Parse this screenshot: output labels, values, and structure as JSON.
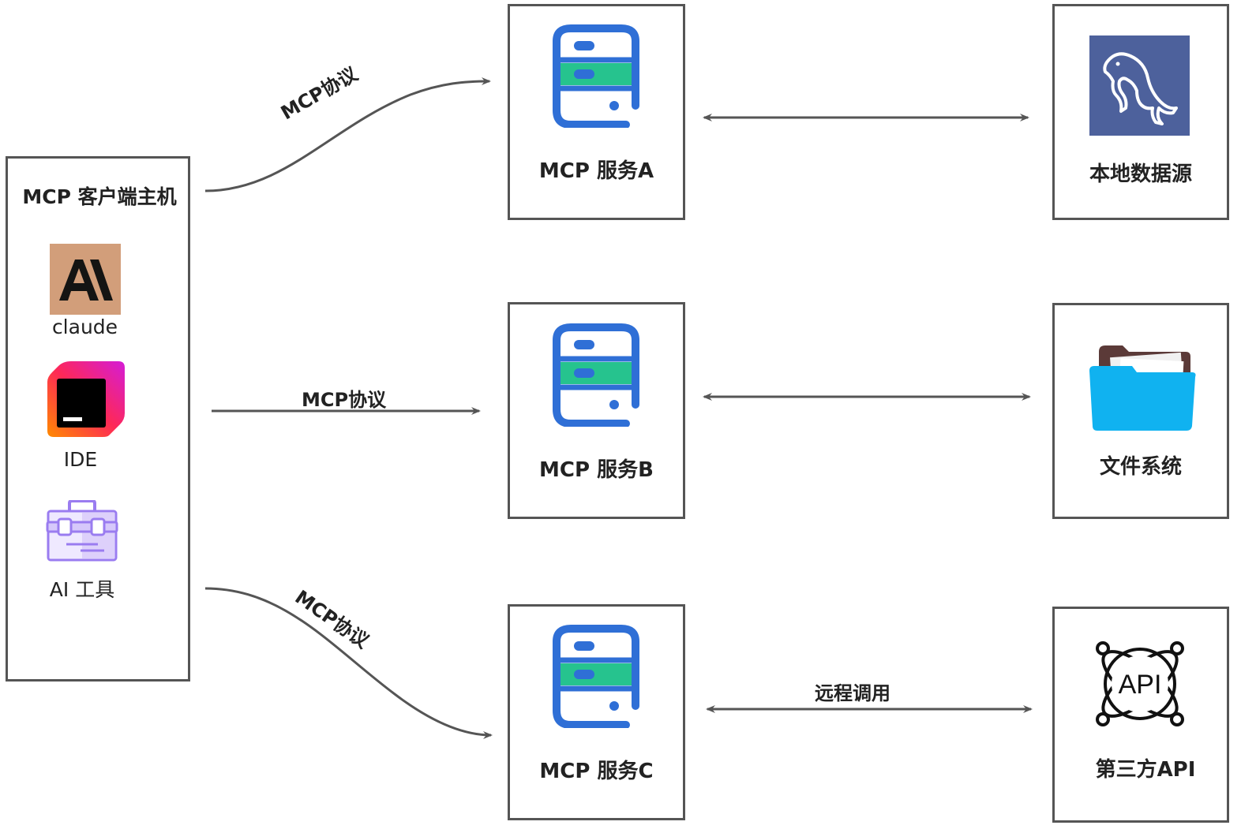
{
  "client_host": {
    "title": "MCP 客户端主机",
    "apps": [
      {
        "label": "claude",
        "icon": "claude-logo-icon"
      },
      {
        "label": "IDE",
        "icon": "ide-logo-icon"
      },
      {
        "label": "AI 工具",
        "icon": "toolbox-icon"
      }
    ]
  },
  "servers": [
    {
      "label": "MCP 服务A",
      "icon": "server-icon"
    },
    {
      "label": "MCP 服务B",
      "icon": "server-icon"
    },
    {
      "label": "MCP 服务C",
      "icon": "server-icon"
    }
  ],
  "resources": [
    {
      "label": "本地数据源",
      "icon": "mysql-dolphin-icon"
    },
    {
      "label": "文件系统",
      "icon": "folder-icon"
    },
    {
      "label": "第三方API",
      "icon": "api-icon"
    }
  ],
  "edges": {
    "protocol_a": "MCP协议",
    "protocol_b": "MCP协议",
    "protocol_c": "MCP协议",
    "remote_call": "远程调用"
  },
  "colors": {
    "server_blue": "#2f6fd6",
    "server_green": "#26c38e",
    "mysql_bg": "#4d619c",
    "claude_bg": "#d29e7a",
    "folder_blue": "#10b2f0",
    "toolbox_purple": "#9a7cf0",
    "arrow": "#555555"
  }
}
